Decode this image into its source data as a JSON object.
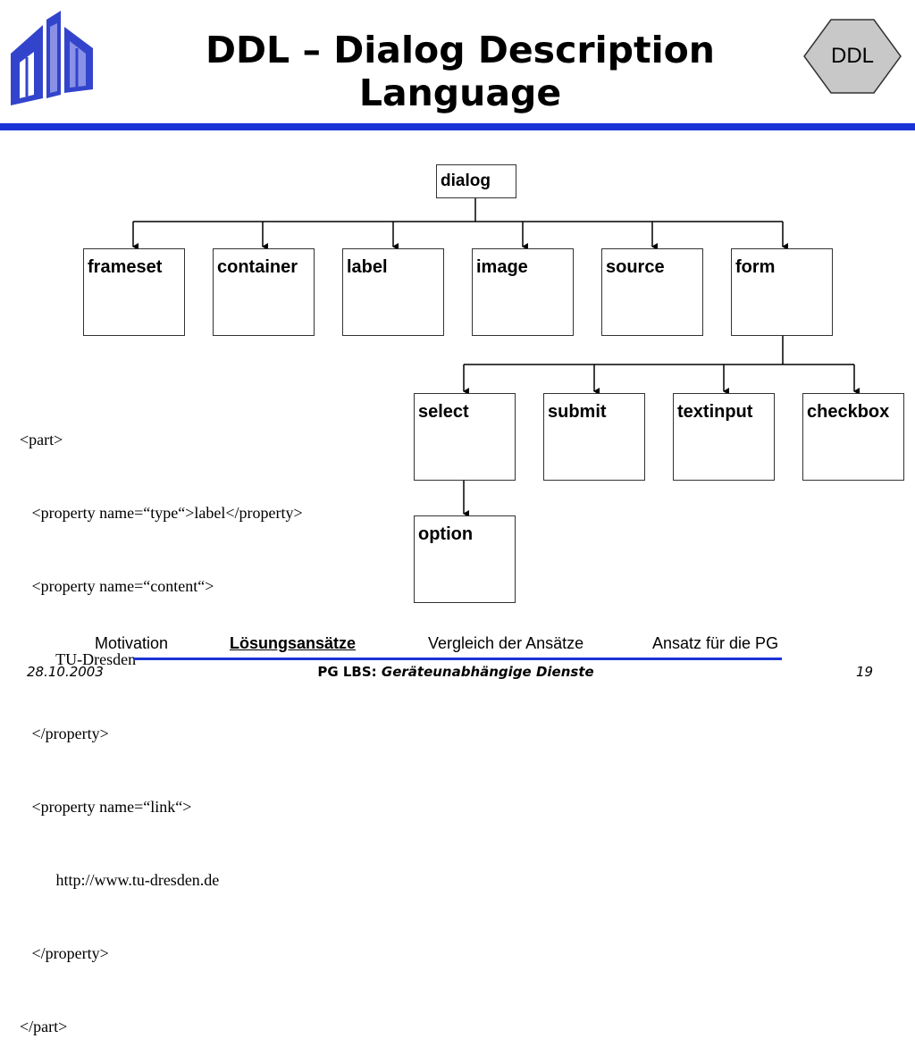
{
  "header": {
    "title_line1": "DDL – Dialog Description",
    "title_line2": "Language",
    "badge": "DDL"
  },
  "diagram": {
    "root": "dialog",
    "level1": [
      "frameset",
      "container",
      "label",
      "image",
      "source",
      "form"
    ],
    "form_children": [
      "select",
      "submit",
      "textinput",
      "checkbox"
    ],
    "select_children": [
      "option"
    ]
  },
  "code_lines": [
    "<part>",
    "   <property name=“type“>label</property>",
    "   <property name=“content“>",
    "         TU-Dresden",
    "   </property>",
    "   <property name=“link“>",
    "         http://www.tu-dresden.de",
    "   </property>",
    "</part>"
  ],
  "nav": {
    "items": [
      "Motivation",
      "Lösungsansätze",
      "Vergleich der Ansätze",
      "Ansatz für die PG"
    ],
    "active_index": 1
  },
  "footer": {
    "date": "28.10.2003",
    "center_prefix": "PG LBS:",
    "center_title": "Geräteunabhängige Dienste",
    "page": "19"
  },
  "colors": {
    "accent_blue": "#1a33d6",
    "logo_blue": "#3344cc",
    "badge_fill": "#c8c8c8"
  }
}
